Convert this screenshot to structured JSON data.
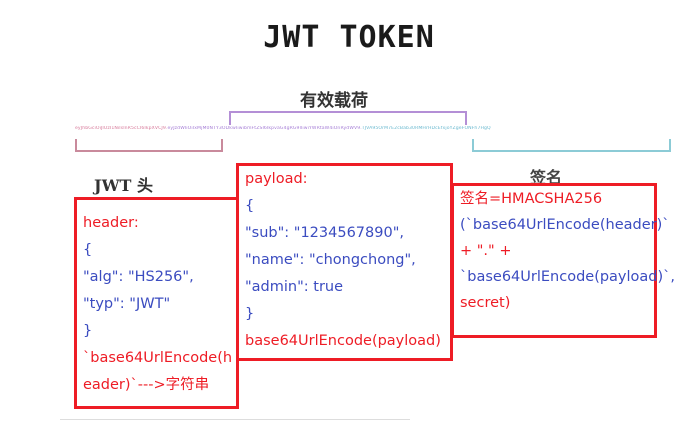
{
  "title": "JWT TOKEN",
  "payload_label": "有效载荷",
  "header_label": "JWT 头",
  "signature_label": "签名",
  "token": {
    "header_part": "eyJhbGciOiJIUzI1NiIsInR5cCI6IkpXVCJ9.",
    "payload_part": "eyJzdWIiOiIxMjM0NTY3ODkwIiwibmFtZSI6IkpvaG4gRG9lIiwiYWRtaW4iOnRydWV9.",
    "signature_part": "TJVA95OrM7E2cBab30RMHrHDcEfxjoYZgeFONFh7HgQ"
  },
  "header_box": {
    "lines": [
      "header:",
      "{",
      "\"alg\": \"HS256\",",
      "\"typ\": \"JWT\"",
      "}",
      "`base64UrlEncode(h",
      "eader)`--->字符串"
    ]
  },
  "payload_box": {
    "lines": [
      "payload:",
      "{",
      "\"sub\": \"1234567890\",",
      "\"name\": \"chongchong\",",
      "\"admin\": true",
      "}",
      "base64UrlEncode(payload)"
    ]
  },
  "signature_box": {
    "lines": [
      "签名=HMACSHA256",
      "(`base64UrlEncode(header)`",
      " + \".\" +",
      "`base64UrlEncode(payload)`,",
      "secret)"
    ]
  },
  "colors": {
    "box_border": "#ee1c25",
    "red_text": "#ee1c25",
    "blue_text": "#3b4cc0"
  }
}
